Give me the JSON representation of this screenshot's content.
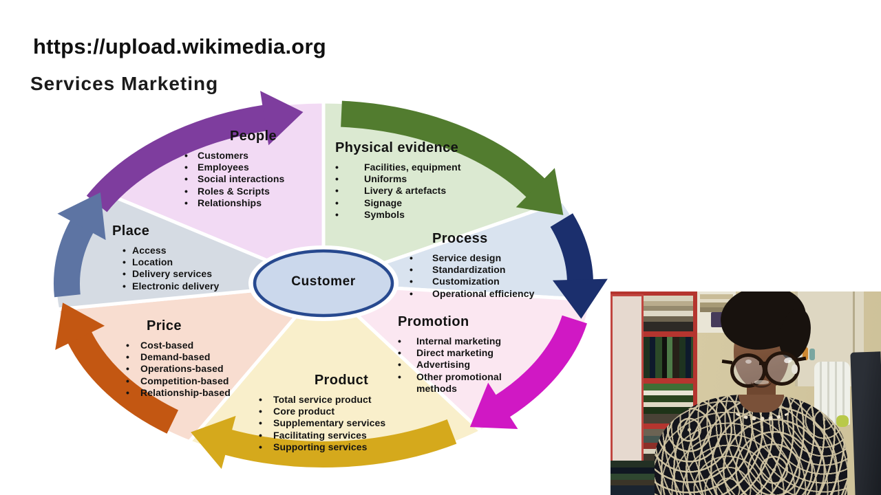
{
  "slide": {
    "source_url": "https://upload.wikimedia.org",
    "title": "Services Marketing"
  },
  "diagram": {
    "center_label": "Customer",
    "center_fill": "#cbd8ec",
    "center_stroke": "#27498f",
    "segments": [
      {
        "key": "people",
        "title": "People",
        "color": "#f2daf4",
        "arrow_color": "#7e3d9e",
        "items": [
          "Customers",
          "Employees",
          "Social interactions",
          "Roles & Scripts",
          "Relationships"
        ]
      },
      {
        "key": "physical-evidence",
        "title": "Physical evidence",
        "color": "#dbe9d1",
        "arrow_color": "#527c2f",
        "items": [
          "Facilities, equipment",
          "Uniforms",
          "Livery & artefacts",
          "Signage",
          "Symbols"
        ]
      },
      {
        "key": "process",
        "title": "Process",
        "color": "#d9e3ef",
        "arrow_color": "#1b2f6d",
        "items": [
          "Service design",
          "Standardization",
          "Customization",
          "Operational efficiency"
        ]
      },
      {
        "key": "promotion",
        "title": "Promotion",
        "color": "#fbe7f1",
        "arrow_color": "#d018c4",
        "items": [
          "Internal marketing",
          "Direct marketing",
          "Advertising",
          "Other promotional methods"
        ]
      },
      {
        "key": "product",
        "title": "Product",
        "color": "#f9efcb",
        "arrow_color": "#d5a91c",
        "items": [
          "Total service product",
          "Core product",
          "Supplementary services",
          "Facilitating services",
          "Supporting services"
        ]
      },
      {
        "key": "price",
        "title": "Price",
        "color": "#f8ddd0",
        "arrow_color": "#c35712",
        "items": [
          "Cost-based",
          "Demand-based",
          "Operations-based",
          "Competition-based",
          "Relationship-based"
        ]
      },
      {
        "key": "place",
        "title": "Place",
        "color": "#d5dbe3",
        "arrow_color": "#5d74a3",
        "items": [
          "Access",
          "Location",
          "Delivery services",
          "Electronic delivery"
        ]
      }
    ]
  }
}
